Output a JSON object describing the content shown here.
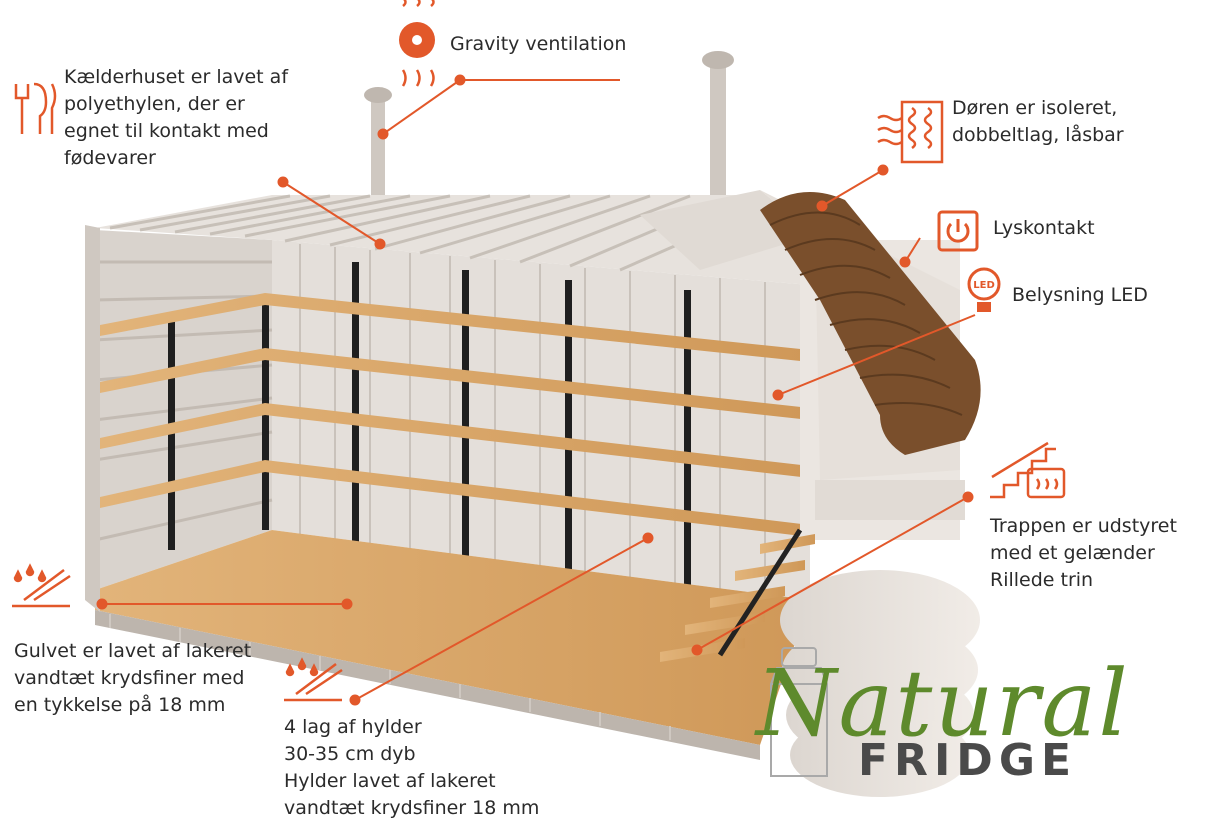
{
  "labels": {
    "gravity": [
      "Gravity ventilation"
    ],
    "house": [
      "Kælderhuset er lavet af",
      "polyethylen, der er",
      "egnet til kontakt med",
      "fødevarer"
    ],
    "door": [
      "Døren er isoleret,",
      "dobbeltlag, låsbar"
    ],
    "switch": [
      "Lyskontakt"
    ],
    "led": [
      "Belysning LED"
    ],
    "stairs": [
      "Trappen er udstyret",
      "med et gelænder",
      "Rillede trin"
    ],
    "floor": [
      "Gulvet er lavet af lakeret",
      "vandtæt krydsfiner med",
      "en tykkelse på 18 mm"
    ],
    "shelves": [
      "4 lag af hylder",
      "30-35 cm dyb",
      "Hylder lavet af lakeret",
      "vandtæt krydsfiner 18 mm"
    ]
  },
  "icons": {
    "gravity": "fan-heat-icon",
    "house": "food-safe-icon",
    "door": "insulated-door-icon",
    "switch": "power-switch-icon",
    "led": "led-bulb-icon",
    "stairs": "stairs-heat-icon",
    "floor": "waterproof-floor-icon",
    "shelves": "waterproof-shelf-icon"
  },
  "led_badge": "LED",
  "logo": {
    "word": "Natural",
    "sub": "FRIDGE"
  },
  "colors": {
    "accent": "#e2582a",
    "wood": "#d9a66a",
    "shell": "#e9e4df",
    "roof": "#7a4f2c",
    "logo_green": "#5e8a2c"
  }
}
